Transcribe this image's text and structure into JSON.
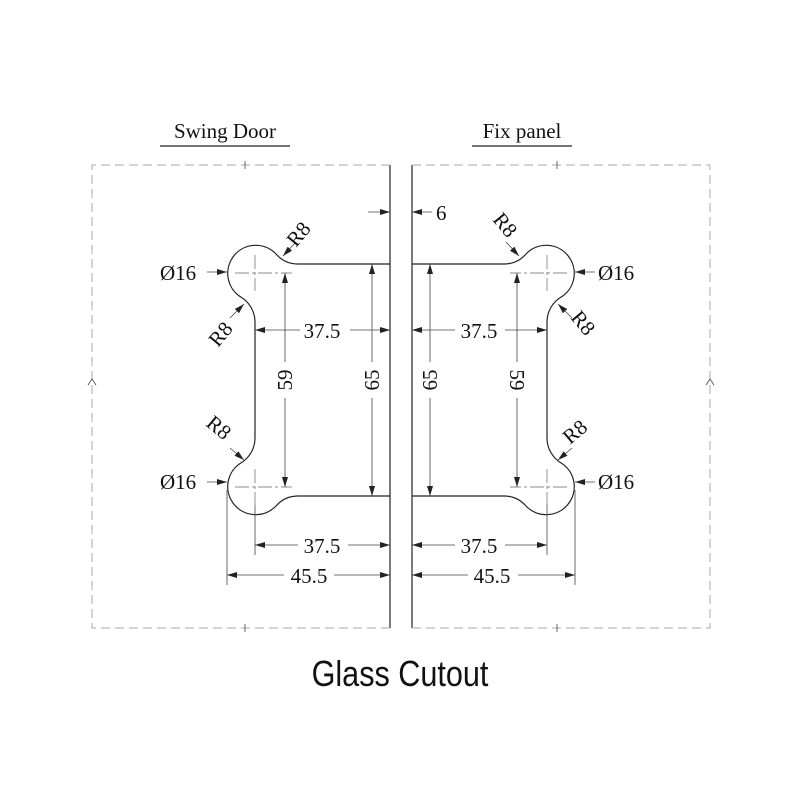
{
  "titles": {
    "left": "Swing Door",
    "right": "Fix panel",
    "main": "Glass Cutout"
  },
  "labels": {
    "gap": "6",
    "diameter": "Ø16",
    "radius": "R8",
    "inner_width": "37.5",
    "hole_spacing": "59",
    "cut_height": "65",
    "hole_offset": "37.5",
    "overall_width": "45.5"
  }
}
